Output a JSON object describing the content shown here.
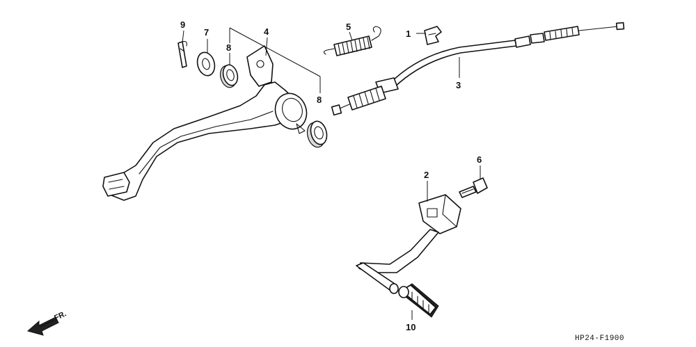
{
  "diagram": {
    "callouts": [
      {
        "id": "c9",
        "label": "9"
      },
      {
        "id": "c7",
        "label": "7"
      },
      {
        "id": "c8a",
        "label": "8"
      },
      {
        "id": "c4",
        "label": "4"
      },
      {
        "id": "c5",
        "label": "5"
      },
      {
        "id": "c1",
        "label": "1"
      },
      {
        "id": "c3",
        "label": "3"
      },
      {
        "id": "c8b",
        "label": "8"
      },
      {
        "id": "c2",
        "label": "2"
      },
      {
        "id": "c6",
        "label": "6"
      },
      {
        "id": "c10",
        "label": "10"
      }
    ],
    "front_indicator": "FR.",
    "diagram_code": "HP24-F1900"
  }
}
